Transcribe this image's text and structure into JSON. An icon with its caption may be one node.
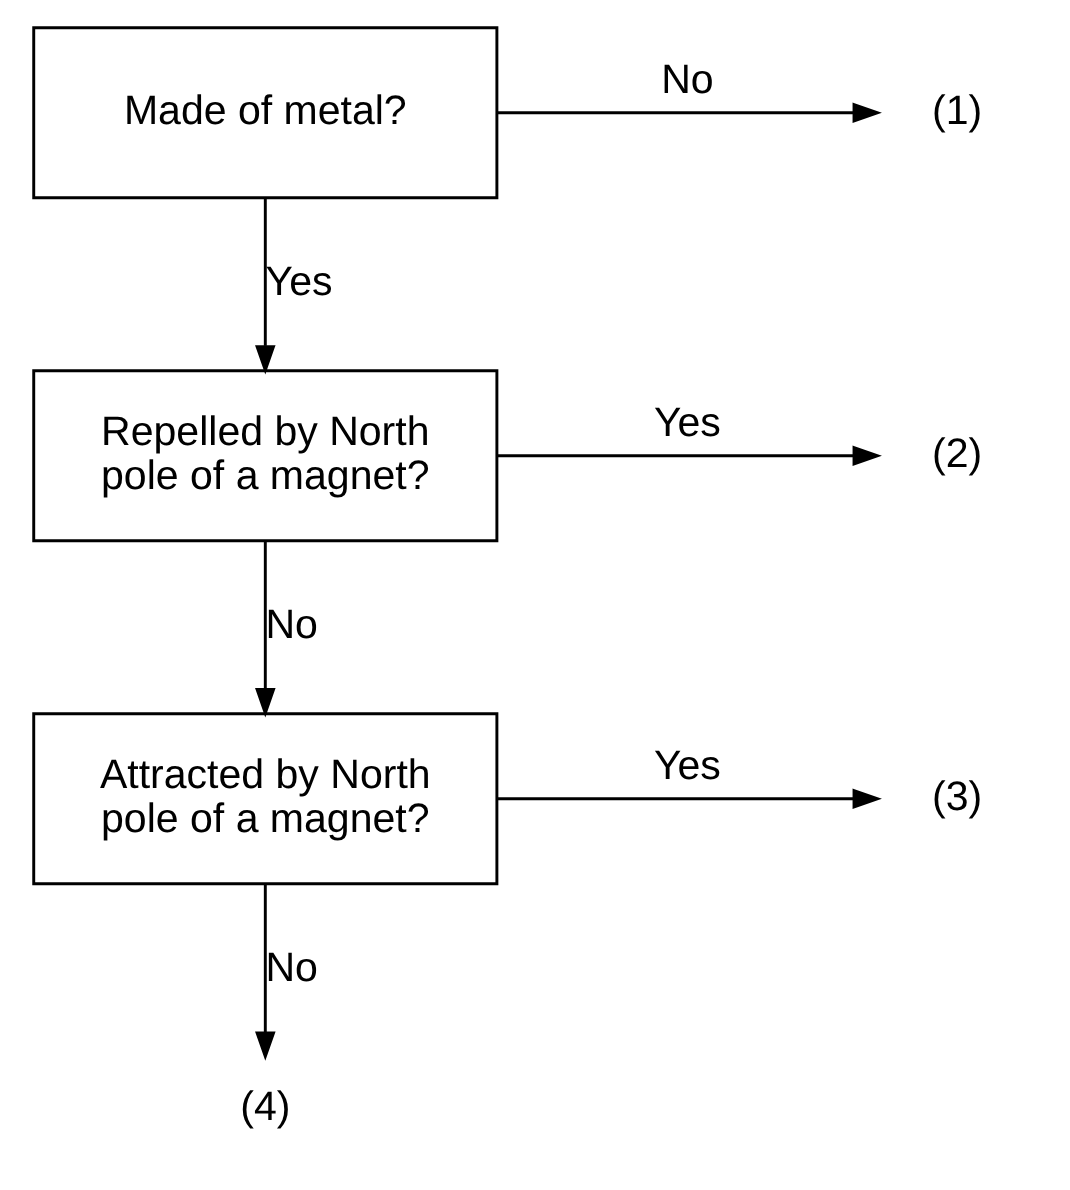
{
  "diagram": {
    "nodes": [
      {
        "text": [
          "Made of metal?"
        ]
      },
      {
        "text": [
          "(1)"
        ]
      },
      {
        "text": [
          "Repelled by North pole of a magnet?"
        ]
      },
      {
        "text": [
          "(2)"
        ]
      },
      {
        "text": [
          "Attracted by North pole of a magnet?"
        ]
      },
      {
        "text": [
          "(3)"
        ]
      },
      {
        "text": [
          "(4)"
        ]
      }
    ],
    "edges": [
      {
        "from": 0,
        "to": 1,
        "arrow": "to",
        "label": "No"
      },
      {
        "from": 0,
        "to": 2,
        "arrow": "to",
        "label": "Yes"
      },
      {
        "from": 2,
        "to": 3,
        "arrow": "to",
        "label": "Yes"
      },
      {
        "from": 2,
        "to": 4,
        "arrow": "to",
        "label": "No"
      },
      {
        "from": 4,
        "to": 5,
        "arrow": "to",
        "label": "Yes"
      },
      {
        "from": 4,
        "to": 6,
        "arrow": "to",
        "label": "No"
      }
    ]
  }
}
